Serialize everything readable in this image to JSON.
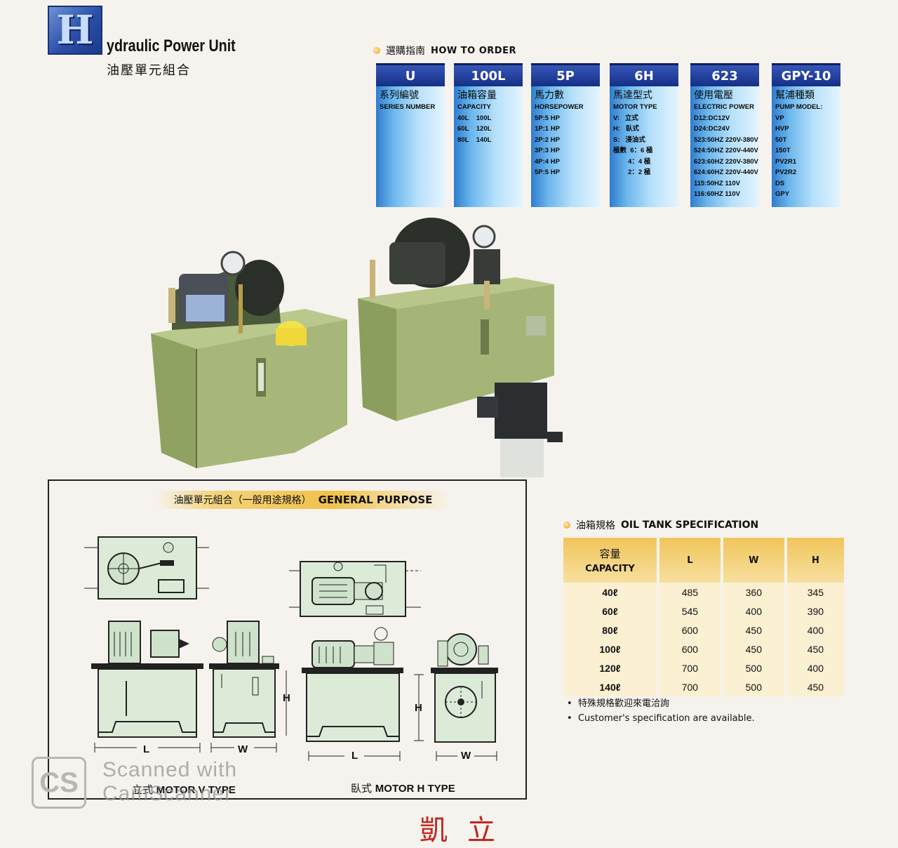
{
  "header": {
    "logo_letter": "H",
    "title_en": "ydraulic Power Unit",
    "title_zh": "油壓單元組合"
  },
  "how_to_order": {
    "label_zh": "選購指南",
    "label_en": "HOW TO ORDER",
    "columns": [
      {
        "code": "U",
        "zh": "系列編號",
        "lines": [
          "SERIES NUMBER"
        ]
      },
      {
        "code": "100L",
        "zh": "油箱容量",
        "lines": [
          "CAPACITY",
          "40L    100L",
          "60L    120L",
          "80L    140L"
        ]
      },
      {
        "code": "5P",
        "zh": "馬力數",
        "lines": [
          "HORSEPOWER",
          "5P:5 HP",
          "1P:1 HP",
          "2P:2 HP",
          "3P:3 HP",
          "4P:4 HP",
          "5P:5 HP"
        ]
      },
      {
        "code": "6H",
        "zh": "馬達型式",
        "lines": [
          "MOTOR TYPE",
          "V:   立式",
          "H:   臥式",
          "S:   浸油式",
          "極數  6：6 極",
          "        4：4 極",
          "        2：2 極"
        ]
      },
      {
        "code": "623",
        "zh": "使用電壓",
        "lines": [
          "ELECTRIC POWER",
          "D12:DC12V",
          "D24:DC24V",
          "523:50HZ 220V-380V",
          "524:50HZ 220V-440V",
          "623:60HZ 220V-380V",
          "624:60HZ 220V-440V",
          "115:50HZ 110V",
          "116:60HZ 110V"
        ]
      },
      {
        "code": "GPY-10",
        "zh": "幫浦種類",
        "lines": [
          "PUMP MODEL:",
          "VP",
          "HVP",
          "50T",
          "150T",
          "PV2R1",
          "PV2R2",
          "DS",
          "GPY"
        ]
      }
    ]
  },
  "general_purpose": {
    "title_zh": "油壓單元組合（一般用途規格）",
    "title_en": "GENERAL PURPOSE",
    "dims": {
      "L": "L",
      "W": "W",
      "H": "H"
    },
    "v_type_zh": "立式",
    "v_type_en": "MOTOR  V  TYPE",
    "h_type_zh": "臥式",
    "h_type_en": "MOTOR  H  TYPE"
  },
  "oil_tank": {
    "label_zh": "油箱規格",
    "label_en": "OIL TANK SPECIFICATION",
    "headers": {
      "cap_zh": "容量",
      "cap_en": "CAPACITY",
      "l": "L",
      "w": "W",
      "h": "H"
    },
    "rows": [
      {
        "cap": "40ℓ",
        "l": "485",
        "w": "360",
        "h": "345"
      },
      {
        "cap": "60ℓ",
        "l": "545",
        "w": "400",
        "h": "390"
      },
      {
        "cap": "80ℓ",
        "l": "600",
        "w": "450",
        "h": "400"
      },
      {
        "cap": "100ℓ",
        "l": "600",
        "w": "450",
        "h": "450"
      },
      {
        "cap": "120ℓ",
        "l": "700",
        "w": "500",
        "h": "400"
      },
      {
        "cap": "140ℓ",
        "l": "700",
        "w": "500",
        "h": "450"
      }
    ],
    "note_zh": "特殊規格歡迎來電洽詢",
    "note_en": "Customer's specification are available."
  },
  "watermark": {
    "logo": "CS",
    "line1": "Scanned with",
    "line2": "CamScanner"
  },
  "footer_brand": "凱立"
}
